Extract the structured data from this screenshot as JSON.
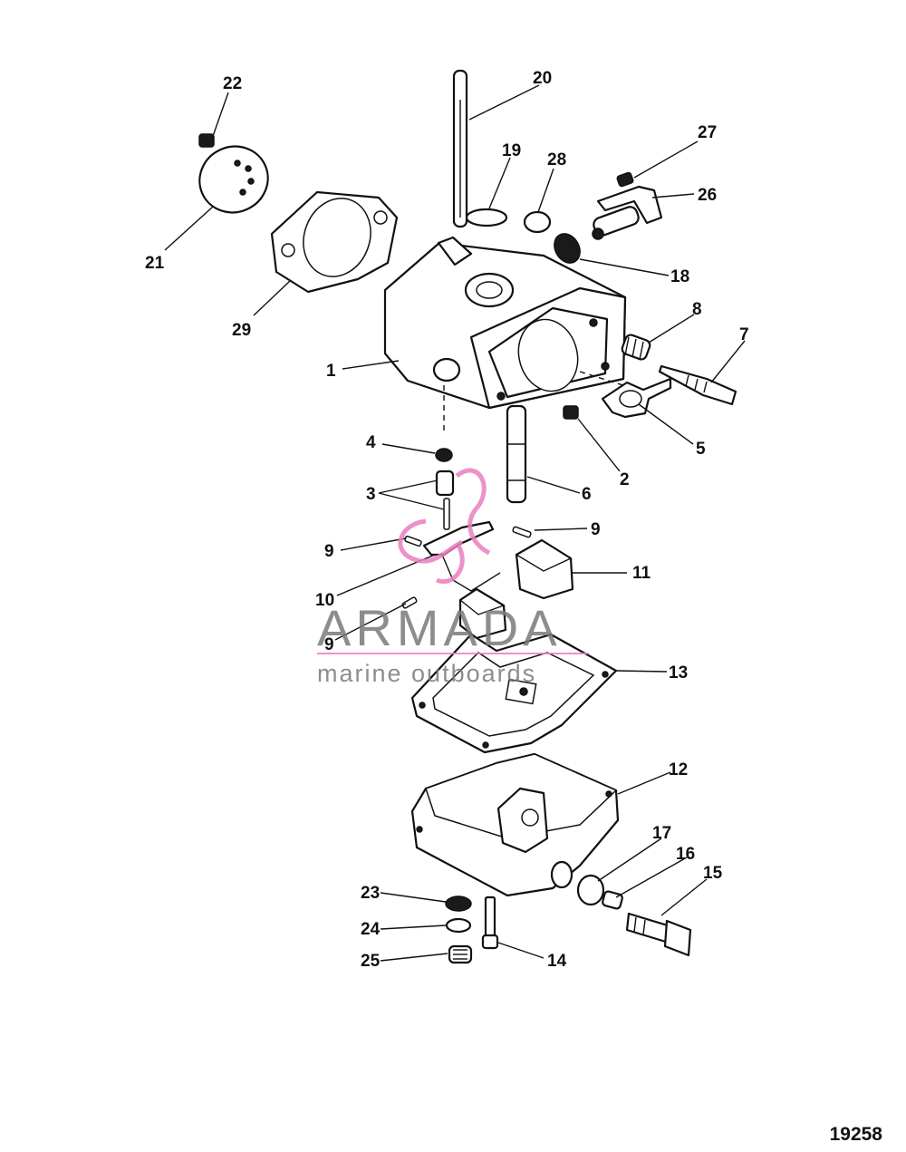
{
  "figure_number": "19258",
  "watermark": {
    "brand": "ARMADA",
    "tagline": "marine outboards",
    "color": "#e97fc0"
  },
  "callouts": {
    "c1": "1",
    "c2": "2",
    "c3": "3",
    "c4": "4",
    "c5": "5",
    "c6": "6",
    "c7": "7",
    "c8": "8",
    "c9": "9",
    "c10": "10",
    "c11": "11",
    "c12": "12",
    "c13": "13",
    "c14": "14",
    "c15": "15",
    "c16": "16",
    "c17": "17",
    "c18": "18",
    "c19": "19",
    "c20": "20",
    "c21": "21",
    "c22": "22",
    "c23": "23",
    "c24": "24",
    "c25": "25",
    "c26": "26",
    "c27": "27",
    "c28": "28",
    "c29": "29"
  }
}
